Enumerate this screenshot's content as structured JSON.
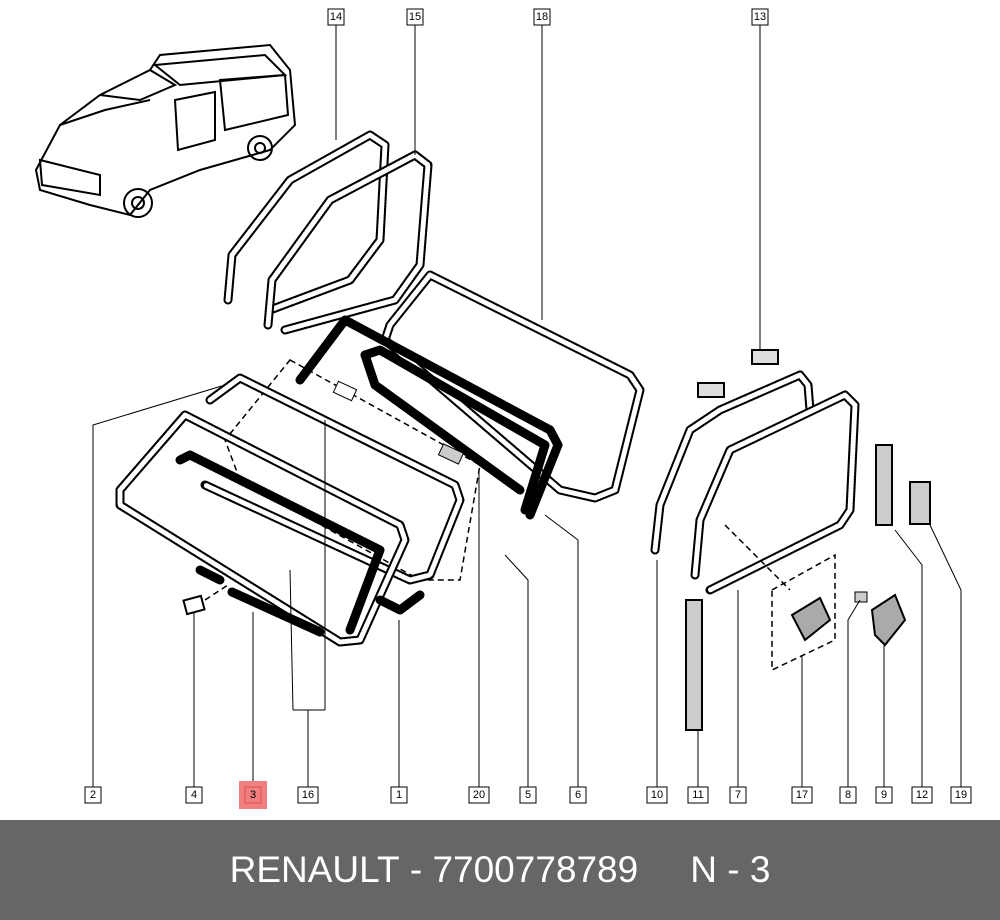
{
  "diagram": {
    "top_callouts": [
      "14",
      "15",
      "18",
      "13"
    ],
    "bottom_callouts": [
      "2",
      "4",
      "3",
      "16",
      "1",
      "20",
      "5",
      "6",
      "10",
      "11",
      "7",
      "17",
      "8",
      "9",
      "12",
      "19"
    ],
    "highlighted_callout": "3",
    "highlight_color": "#f08080"
  },
  "footer": {
    "brand": "RENAULT",
    "separator": "-",
    "part_number": "7700778789",
    "ref_label": "N - 3",
    "background": "#666666"
  }
}
